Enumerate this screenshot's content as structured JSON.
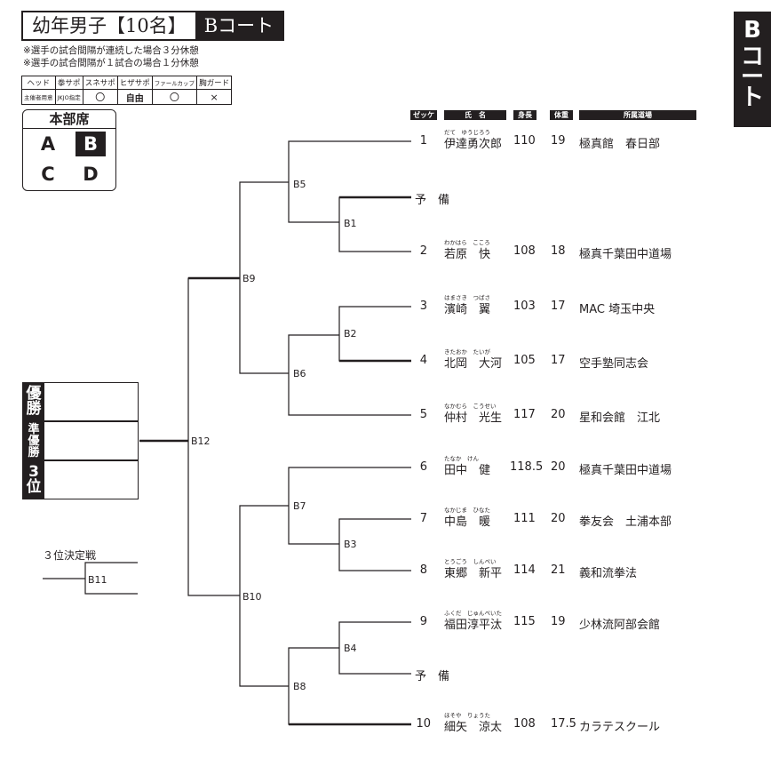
{
  "title": {
    "main": "幼年男子【10名】",
    "court": "Bコート"
  },
  "notes": [
    "※選手の試合間隔が連続した場合３分休憩",
    "※選手の試合間隔が１試合の場合１分休憩"
  ],
  "equipment": {
    "headers": [
      "ヘッド",
      "拳サポ",
      "スネサポ",
      "ヒザサポ",
      "ファールカップ",
      "胸ガード"
    ],
    "values": [
      "主催者用意",
      "JKJO指定",
      "〇",
      "自由",
      "〇",
      "×"
    ]
  },
  "honbu": {
    "title": "本部席",
    "courts": [
      "A",
      "B",
      "C",
      "D"
    ],
    "active": "B"
  },
  "side_tab": [
    "B",
    "コ",
    "ー",
    "ト"
  ],
  "column_headers": {
    "zekken": "ゼッケン",
    "name": "氏　名",
    "height": "身長",
    "weight": "体重",
    "dojo": "所属道場"
  },
  "entries": [
    {
      "num": "1",
      "ruby": "だて　ゆうじろう",
      "name": "伊達勇次郎",
      "height": "110",
      "weight": "19",
      "club": "極真館　春日部"
    },
    {
      "num": "2",
      "ruby": "わかはら　こころ",
      "name": "若原　快",
      "height": "108",
      "weight": "18",
      "club": "極真千葉田中道場"
    },
    {
      "num": "3",
      "ruby": "はまさき　つばさ",
      "name": "濱崎　翼",
      "height": "103",
      "weight": "17",
      "club": "MAC 埼玉中央"
    },
    {
      "num": "4",
      "ruby": "きたおか　たいが",
      "name": "北岡　大河",
      "height": "105",
      "weight": "17",
      "club": "空手塾同志会"
    },
    {
      "num": "5",
      "ruby": "なかむら　こうせい",
      "name": "仲村　光生",
      "height": "117",
      "weight": "20",
      "club": "星和会館　江北"
    },
    {
      "num": "6",
      "ruby": "たなか　けん",
      "name": "田中　健",
      "height": "118.5",
      "weight": "20",
      "club": "極真千葉田中道場"
    },
    {
      "num": "7",
      "ruby": "なかじま　ひなた",
      "name": "中島　暖",
      "height": "111",
      "weight": "20",
      "club": "拳友会　土浦本部"
    },
    {
      "num": "8",
      "ruby": "とうごう　しんぺい",
      "name": "東郷　新平",
      "height": "114",
      "weight": "21",
      "club": "義和流拳法"
    },
    {
      "num": "9",
      "ruby": "ふくだ　じゅんぺいた",
      "name": "福田淳平汰",
      "height": "115",
      "weight": "19",
      "club": "少林流阿部会館"
    },
    {
      "num": "10",
      "ruby": "ほそや　りょうた",
      "name": "細矢　涼太",
      "height": "108",
      "weight": "17.5",
      "club": "カラテスクール"
    }
  ],
  "reserve": [
    "予　備",
    "予　備"
  ],
  "matches": [
    "B1",
    "B2",
    "B3",
    "B4",
    "B5",
    "B6",
    "B7",
    "B8",
    "B9",
    "B10",
    "B11",
    "B12"
  ],
  "winners": [
    [
      "優",
      "勝"
    ],
    [
      "準",
      "優",
      "勝"
    ],
    [
      "3",
      "位"
    ]
  ],
  "third_place": {
    "label": "３位決定戦",
    "match": "B11"
  }
}
